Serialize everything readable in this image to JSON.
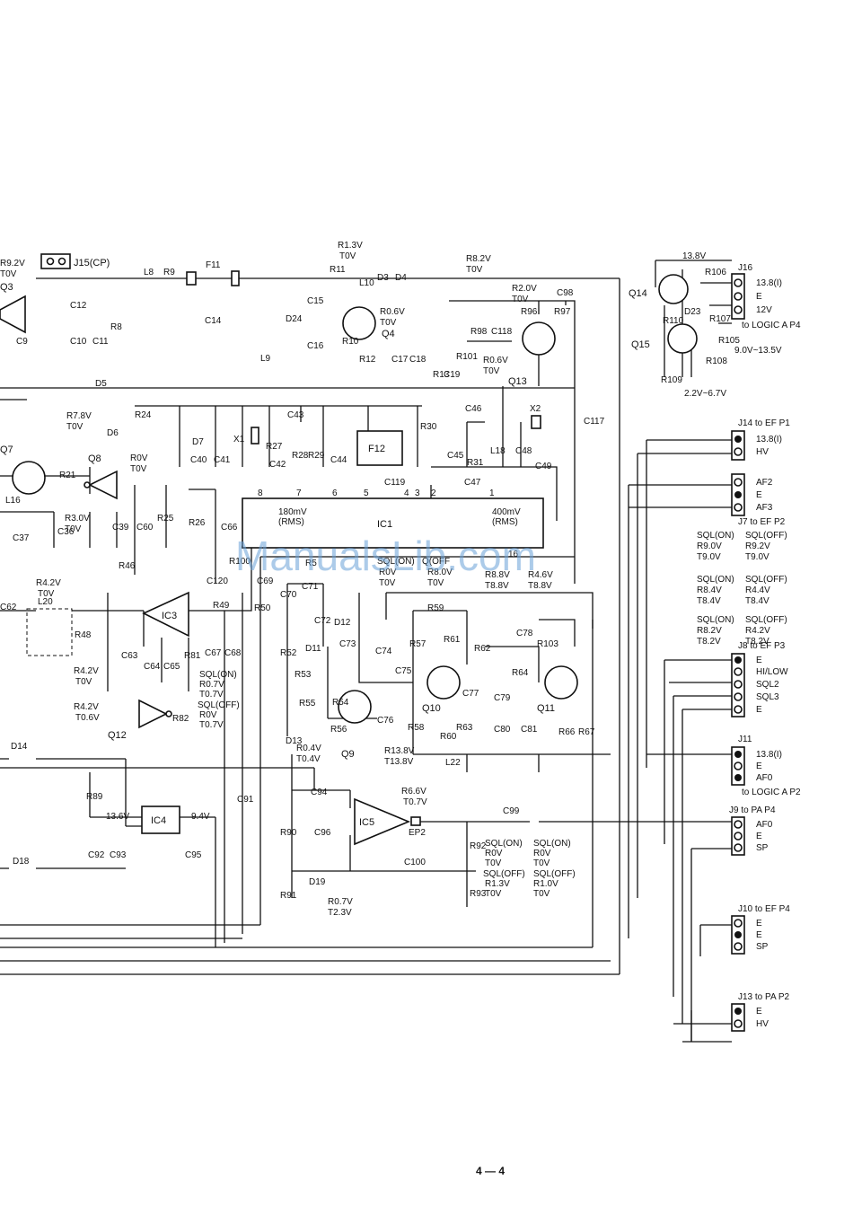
{
  "page": {
    "watermark": "ManualsLib.com",
    "page_number": "4 — 4"
  },
  "ics": {
    "ic1": "IC1",
    "ic3": "IC3",
    "ic4": "IC4",
    "ic5": "IC5",
    "f11": "F11",
    "f12": "F12",
    "x1": "X1",
    "x2": "X2"
  },
  "transistors": {
    "q3": "Q3",
    "q4": "Q4",
    "q7": "Q7",
    "q8": "Q8",
    "q9": "Q9",
    "q10": "Q10",
    "q11": "Q11",
    "q12": "Q12",
    "q13": "Q13",
    "q14": "Q14",
    "q15": "Q15"
  },
  "voltages": {
    "q3_r": "R9.2V",
    "q3_t": "T0V",
    "r11_r": "R1.3V",
    "r11_t": "T0V",
    "q4_r": "R0.6V",
    "q4_t": "T0V",
    "top_r": "R8.2V",
    "top_t": "T0V",
    "q13_r": "R2.0V",
    "q13_t": "T0V",
    "q13b_r": "R0.6V",
    "q13b_t": "T0V",
    "q14_v": "13.8V",
    "r105_v": "9.0V~13.5V",
    "r109_v": "2.2V~6.7V",
    "q7_r": "R7.8V",
    "q7_t": "T0V",
    "q8_r": "R0V",
    "q8_t": "T0V",
    "q7b_r": "R3.0V",
    "q7b_t": "T0V",
    "ic1_in": "180mV",
    "ic1_in_unit": "(RMS)",
    "ic1_out": "400mV",
    "ic1_out_unit": "(RMS)",
    "ic3_in_r": "R4.2V",
    "ic3_in_t": "T0V",
    "ic3_out_r": "R4.2V",
    "ic3_out_t": "T0V",
    "q12_r": "R4.2V",
    "q12_t": "T0.6V",
    "sql_c1": "SQL(ON)",
    "sql_c1b": "R0V",
    "sql_c1c": "T0V",
    "sql_c2": "Q(OFF",
    "sql_c2b": "R8.0V",
    "sql_c2c": "T0V",
    "c_r": "R8.8V",
    "c_t": "T8.8V",
    "d_r": "R4.6V",
    "d_t": "T8.8V",
    "ic3b_sql1": "SQL(ON)",
    "ic3b_r1": "R0.7V",
    "ic3b_t1": "T0.7V",
    "ic3b_sql2": "SQL(OFF)",
    "ic3b_r2": "R0V",
    "ic3b_t2": "T0.7V",
    "d13_r": "R0.4V",
    "d13_t": "T0.4V",
    "ic5_r": "R13.8V",
    "ic5_t": "T13.8V",
    "ep_r": "R6.6V",
    "ep_t": "T0.7V",
    "ic4_in": "13.6V",
    "ic4_out": "9.4V",
    "d19_r": "R0.7V",
    "d19_t": "T2.3V",
    "ep2_sql_on1": "SQL(ON)",
    "ep2_r1": "R0V",
    "ep2_t1": "T0V",
    "ep2_sql_on2": "SQL(ON)",
    "ep2_r2": "R0V",
    "ep2_t2": "T0V",
    "ep2_sql_off1": "SQL(OFF)",
    "ep2_r3": "R1.3V",
    "ep2_t3": "T0V",
    "ep2_sql_off2": "SQL(OFF)",
    "ep2_r4": "R1.0V",
    "ep2_t4": "T0V",
    "sql_on_a": "SQL(ON)",
    "sql_off_a": "SQL(OFF)",
    "r_on_a": "R9.0V",
    "t_on_a": "T9.0V",
    "r_off_a": "R9.2V",
    "t_off_a": "T9.0V",
    "sql_on_b": "SQL(ON)",
    "sql_off_b": "SQL(OFF)",
    "r_on_b": "R8.4V",
    "t_on_b": "T8.4V",
    "r_off_b": "R4.4V",
    "t_off_b": "T8.4V",
    "sql_on_c": "SQL(ON)",
    "sql_off_c": "SQL(OFF)",
    "r_on_c": "R8.2V",
    "t_on_c": "T8.2V",
    "r_off_c": "R4.2V",
    "t_off_c": "T8.2V"
  },
  "connectors": {
    "j15": "J15(CP)",
    "j16": "J16",
    "j16_p1": "13.8(I)",
    "j16_p2": "E",
    "j16_p3": "12V",
    "j16_to": "to LOGIC A P4",
    "j14": "J14 to EF P1",
    "j14_p1": "13.8(I)",
    "j14_p2": "HV",
    "j7_p1": "AF2",
    "j7_p2": "E",
    "j7_p3": "AF3",
    "j7": "J7 to EF P2",
    "j8": "J8 to EF P3",
    "j8_p1": "E",
    "j8_p2": "HI/LOW",
    "j8_p3": "SQL2",
    "j8_p4": "SQL3",
    "j8_p5": "E",
    "j11": "J11",
    "j11_p1": "13.8(I)",
    "j11_p2": "E",
    "j11_p3": "AF0",
    "j11_to": "to LOGIC A P2",
    "j9": "J9 to PA P4",
    "j9_p1": "AF0",
    "j9_p2": "E",
    "j9_p3": "SP",
    "j10": "J10 to EF P4",
    "j10_p1": "E",
    "j10_p2": "E",
    "j10_p3": "SP",
    "j13": "J13 to PA P2",
    "j13_p1": "E",
    "j13_p2": "HV",
    "ep2": "EP2"
  },
  "components": {
    "r9": "R9",
    "l8": "L8",
    "l9": "L9",
    "l10": "L10",
    "l16": "L16",
    "l18": "L18",
    "l20": "L20",
    "l22": "L22",
    "c9": "C9",
    "c10": "C10",
    "c11": "C11",
    "c12": "C12",
    "c14": "C14",
    "c15": "C15",
    "c16": "C16",
    "c17": "C17",
    "c18": "C18",
    "c19": "C19",
    "r8": "R8",
    "r10": "R10",
    "r11": "R11",
    "r12": "R12",
    "r13": "R13",
    "d3": "D3",
    "d4": "D4",
    "d5": "D5",
    "d6": "D6",
    "d7": "D7",
    "d11": "D11",
    "d12": "D12",
    "d13": "D13",
    "d14": "D14",
    "d18": "D18",
    "d19": "D19",
    "d23": "D23",
    "d24": "D24",
    "r24": "R24",
    "c40": "C40",
    "c41": "C41",
    "c42": "C42",
    "c43": "C43",
    "c44": "C44",
    "r27": "R27",
    "r28": "R28",
    "r29": "R29",
    "r30": "R30",
    "c45": "C45",
    "c46": "C46",
    "c47": "C47",
    "c48": "C48",
    "c49": "C49",
    "r31": "R31",
    "c117": "C117",
    "c119": "C119",
    "r98": "R98",
    "c118": "C118",
    "r96": "R96",
    "r97": "R97",
    "c98": "C98",
    "r101": "R101",
    "r106": "R106",
    "r107": "R107",
    "r108": "R108",
    "r109": "R109",
    "r110": "R110",
    "r105": "R105",
    "r21": "R21",
    "c36": "C36",
    "c37": "C37",
    "c39": "C39",
    "c60": "C60",
    "r25": "R25",
    "r26": "R26",
    "r46": "R46",
    "c66": "C66",
    "c120": "C120",
    "r100": "R100",
    "r49": "R49",
    "c69": "C69",
    "r50": "R50",
    "c62": "C62",
    "r48": "R48",
    "c63": "C63",
    "c64": "C64",
    "c65": "C65",
    "r81": "R81",
    "c67": "C67",
    "c68": "C68",
    "r82": "R82",
    "c70": "C70",
    "c71": "C71",
    "c72": "C72",
    "c73": "C73",
    "r5": "R5",
    "r52": "R52",
    "r53": "R53",
    "r54": "R54",
    "r55": "R55",
    "r56": "R56",
    "c74": "C74",
    "c75": "C75",
    "c76": "C76",
    "r57": "R57",
    "r58": "R58",
    "r59": "R59",
    "r60": "R60",
    "r61": "R61",
    "r62": "R62",
    "c77": "C77",
    "r63": "R63",
    "c78": "C78",
    "c79": "C79",
    "c80": "C80",
    "c81": "C81",
    "r64": "R64",
    "r103": "R103",
    "r66": "R66",
    "r67": "R67",
    "r89": "R89",
    "c91": "C91",
    "c92": "C92",
    "c93": "C93",
    "c95": "C95",
    "r90": "R90",
    "r91": "R91",
    "c94": "C94",
    "c96": "C96",
    "c99": "C99",
    "c100": "C100",
    "r92": "R92",
    "r93": "R93"
  },
  "ic1_pins": [
    "8",
    "7",
    "6",
    "5",
    "4",
    "3",
    "2",
    "1",
    "16"
  ]
}
